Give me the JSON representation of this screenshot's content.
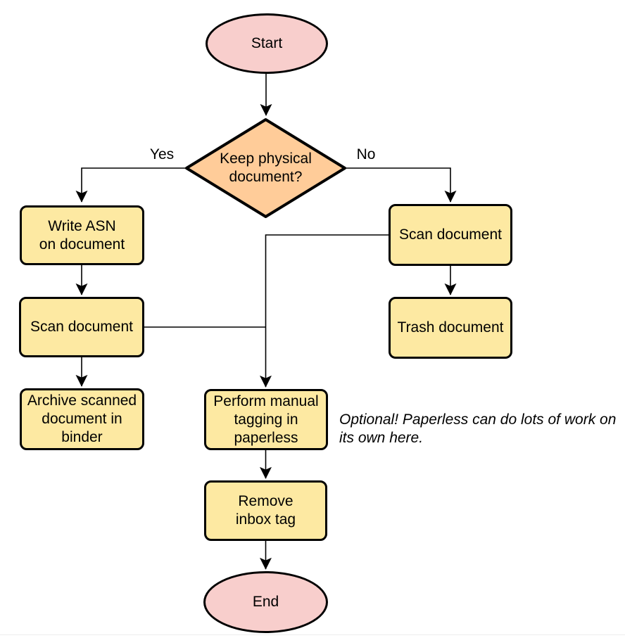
{
  "diagram": {
    "nodes": {
      "start": {
        "label": "Start",
        "shape": "ellipse"
      },
      "decision": {
        "label": "Keep physical\ndocument?",
        "shape": "diamond"
      },
      "write_asn": {
        "label": "Write ASN\non document",
        "shape": "process"
      },
      "scan_left": {
        "label": "Scan document",
        "shape": "process"
      },
      "archive": {
        "label": "Archive scanned\ndocument in\nbinder",
        "shape": "process"
      },
      "scan_right": {
        "label": "Scan document",
        "shape": "process"
      },
      "trash": {
        "label": "Trash document",
        "shape": "process"
      },
      "tagging": {
        "label": "Perform manual\ntagging in\npaperless",
        "shape": "process"
      },
      "remove_inbox": {
        "label": "Remove\ninbox tag",
        "shape": "process"
      },
      "end": {
        "label": "End",
        "shape": "ellipse"
      }
    },
    "edge_labels": {
      "yes": "Yes",
      "no": "No"
    },
    "annotation": "Optional! Paperless can do lots of work on\nits own here.",
    "colors": {
      "terminal_fill": "#f8cecc",
      "decision_fill": "#ffcc99",
      "process_fill": "#fde9a2",
      "stroke": "#000000"
    }
  }
}
